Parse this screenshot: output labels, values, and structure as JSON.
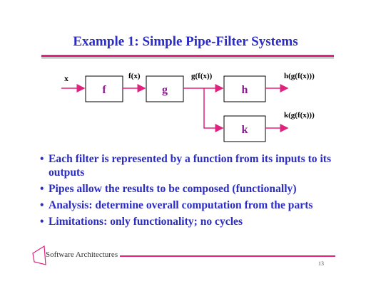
{
  "slide": {
    "title": "Example 1: Simple Pipe-Filter Systems",
    "page_number": "13",
    "footer_label": "Software Architectures"
  },
  "diagram": {
    "input_label": "x",
    "filters": {
      "f": "f",
      "g": "g",
      "h": "h",
      "k": "k"
    },
    "pipe_labels": {
      "f_out": "f(x)",
      "g_out": "g(f(x))",
      "h_out": "h(g(f(x)))",
      "k_out": "k(g(f(x)))"
    },
    "colors": {
      "box": "#000000",
      "filter_text": "#8a1a8f",
      "arrow": "#e0217d"
    }
  },
  "bullets": [
    "Each filter is represented by a function from its inputs to its outputs",
    "Pipes allow the results to be composed (functionally)",
    "Analysis: determine overall computation from the parts",
    "Limitations: only functionality; no cycles"
  ],
  "theme": {
    "title_color": "#2b2bc6",
    "accent": "#e0217d"
  }
}
